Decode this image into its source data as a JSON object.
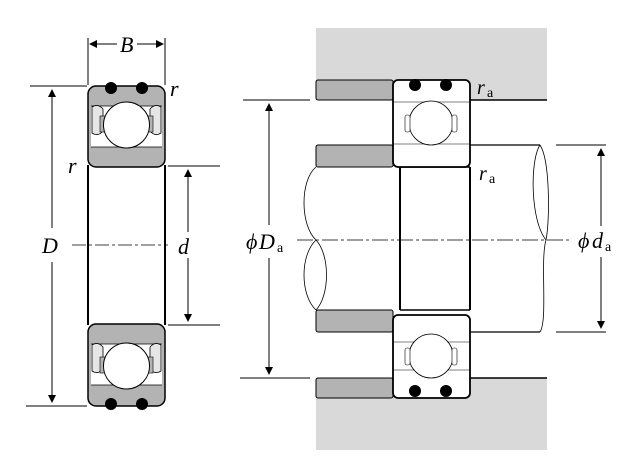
{
  "title": "Deep groove ball bearing with contact seals — dimensions and mounting abutment",
  "colors": {
    "ring_fill": "#b3b3b3",
    "housing_fill": "#d9d9d9",
    "shoulder_fill": "#b3b3b3",
    "line": "#000000",
    "background": "#ffffff"
  },
  "left_view": {
    "labels": {
      "width": "B",
      "corner_radius_top": "r",
      "corner_radius_side": "r",
      "outer_diameter": "D",
      "bore_diameter": "d"
    }
  },
  "right_view": {
    "labels": {
      "housing_fillet_symbol": "r",
      "housing_fillet_sub": "a",
      "shaft_fillet_symbol": "r",
      "shaft_fillet_sub": "a",
      "housing_shoulder_prefix": "ϕ",
      "housing_shoulder_symbol": "D",
      "housing_shoulder_sub": "a",
      "shaft_shoulder_prefix": "ϕ",
      "shaft_shoulder_symbol": "d",
      "shaft_shoulder_sub": "a"
    }
  }
}
